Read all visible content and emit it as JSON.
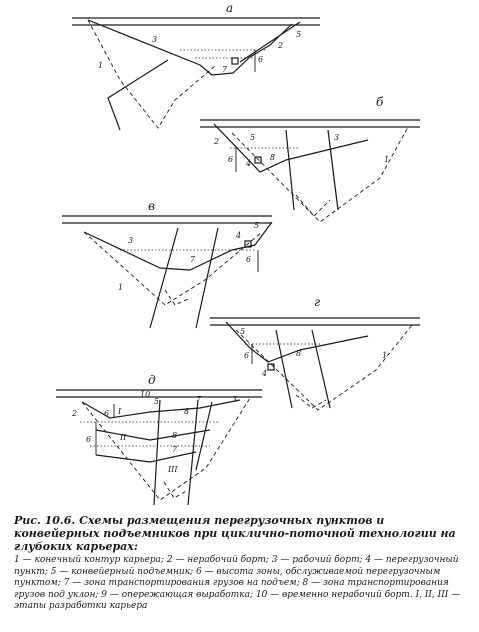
{
  "panels": [
    {
      "letter": "а",
      "labels": [
        "1",
        "2",
        "3",
        "5",
        "6",
        "7"
      ]
    },
    {
      "letter": "б",
      "labels": [
        "1",
        "2",
        "3",
        "4",
        "5",
        "6",
        "8"
      ]
    },
    {
      "letter": "в",
      "labels": [
        "1",
        "3",
        "4",
        "5",
        "6",
        "7"
      ]
    },
    {
      "letter": "г",
      "labels": [
        "1",
        "4",
        "5",
        "6",
        "8"
      ]
    },
    {
      "letter": "д",
      "labels": [
        "2",
        "3",
        "5",
        "6",
        "6",
        "7",
        "7",
        "8",
        "8",
        "10",
        "I",
        "II",
        "III"
      ]
    }
  ],
  "caption": {
    "title": "Рис. 10.6. Схемы размещения перегрузочных пунктов и конвейерных подъемников при циклично-поточной технологии на глубоких карьерах:",
    "legend": "1 — конечный контур карьера; 2 — нерабочий борт; 3 — рабочий борт; 4 — перегрузочный пункт; 5 — конвейерный подъемник; 6 — высота зоны, обслуживаемой перегрузочным пунктом; 7 — зона транспортирования грузов на подъем; 8 — зона транспортирования грузов под уклон; 9 — опережающая выработка; 10 — временно нерабочий борт. I, II, III — этапы разработки карьера"
  }
}
